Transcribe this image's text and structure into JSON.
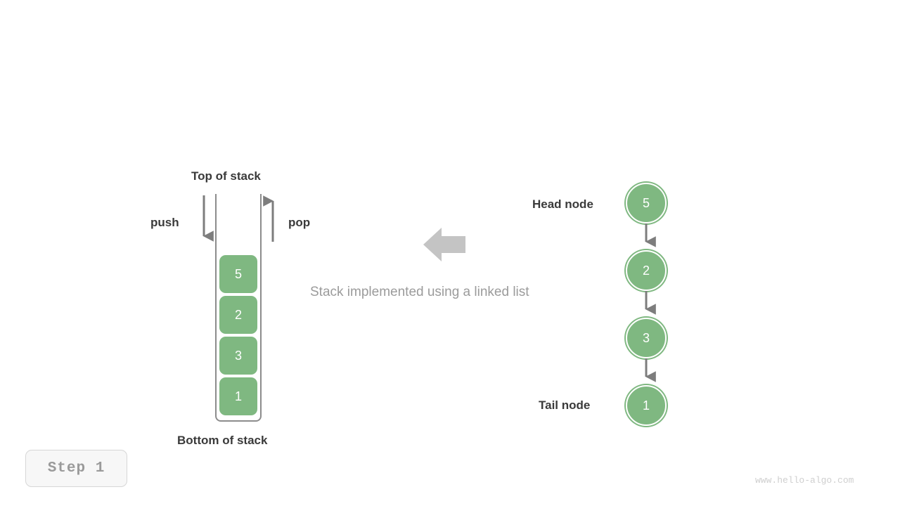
{
  "diagram": {
    "caption": "Stack implemented using a linked list",
    "step_badge": "Step  1",
    "watermark": "www.hello-algo.com",
    "colors": {
      "node_green": "#7fb881",
      "arrow_gray": "#7d7d7d",
      "big_arrow_gray": "#c4c4c4",
      "text_dark": "#3a3a3a",
      "text_muted": "#9b9b9b",
      "background": "#ffffff"
    }
  },
  "stack": {
    "top_label": "Top of stack",
    "bottom_label": "Bottom of stack",
    "push_label": "push",
    "pop_label": "pop",
    "items": [
      {
        "value": "5"
      },
      {
        "value": "2"
      },
      {
        "value": "3"
      },
      {
        "value": "1"
      }
    ]
  },
  "linked_list": {
    "head_label": "Head node",
    "tail_label": "Tail node",
    "nodes": [
      {
        "value": "5"
      },
      {
        "value": "2"
      },
      {
        "value": "3"
      },
      {
        "value": "1"
      }
    ]
  },
  "icons": {
    "push_arrow": "arrow-down-icon",
    "pop_arrow": "arrow-up-icon",
    "equivalence_arrow": "arrow-left-icon",
    "link_arrow": "arrow-down-icon"
  }
}
